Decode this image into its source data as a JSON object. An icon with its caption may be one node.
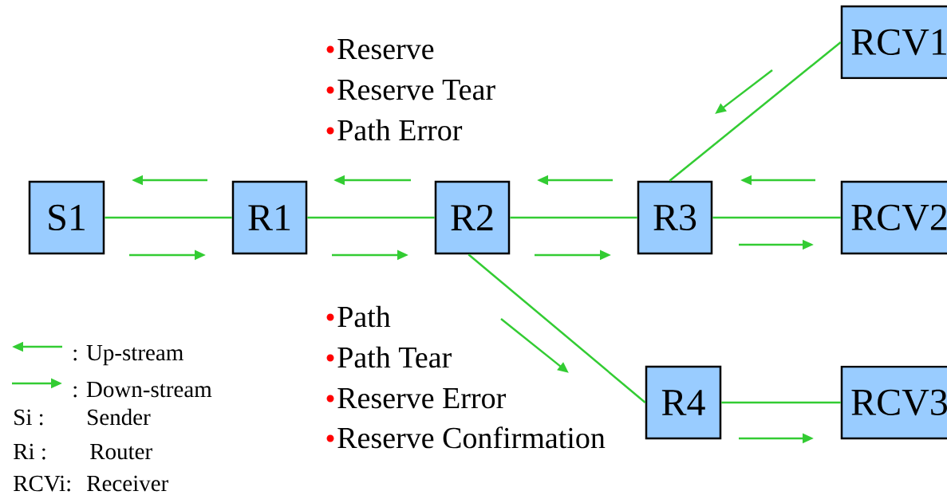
{
  "diagram": {
    "nodes": [
      {
        "text": [
          "S1"
        ]
      },
      {
        "text": [
          "R1"
        ]
      },
      {
        "text": [
          "R2"
        ]
      },
      {
        "text": [
          "R3"
        ]
      },
      {
        "text": [
          "RCV1"
        ]
      },
      {
        "text": [
          "RCV2"
        ]
      },
      {
        "text": [
          "R4"
        ]
      },
      {
        "text": [
          "RCV3"
        ]
      }
    ],
    "edges": [
      {
        "from": 0,
        "to": 1,
        "arrow": "none"
      },
      {
        "from": 1,
        "to": 2,
        "arrow": "none"
      },
      {
        "from": 2,
        "to": 3,
        "arrow": "none"
      },
      {
        "from": 3,
        "to": 4,
        "arrow": "none"
      },
      {
        "from": 3,
        "to": 5,
        "arrow": "none"
      },
      {
        "from": 2,
        "to": 6,
        "arrow": "none"
      },
      {
        "from": 6,
        "to": 7,
        "arrow": "none"
      }
    ],
    "labels": [
      "Reserve",
      "Reserve Tear",
      "Path Error",
      "Path",
      "Path Tear",
      "Reserve Error",
      "Reserve Confirmation",
      "Si :",
      "Sender",
      "Ri :",
      "Router",
      "RCVi:",
      "Receiver"
    ],
    "legend": [
      {
        "text": ": Up-stream"
      },
      {
        "text": ": Down-stream"
      }
    ]
  }
}
